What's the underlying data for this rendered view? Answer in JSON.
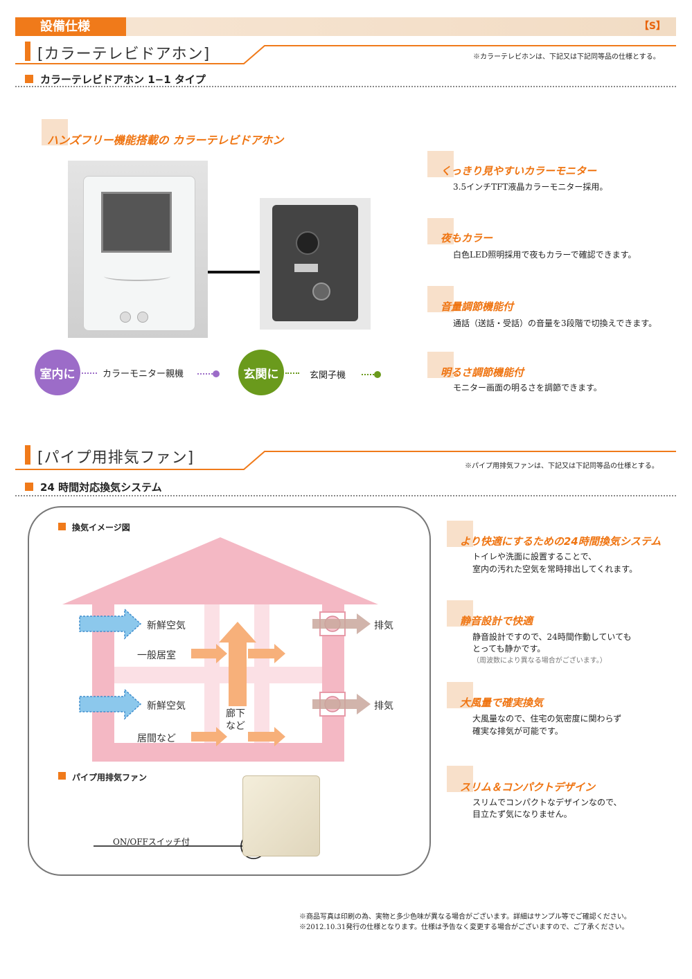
{
  "header": {
    "title": "設備仕様",
    "mark": "【S】"
  },
  "intercom": {
    "section_title": "[カラーテレビドアホン]",
    "note": "※カラーテレビホンは、下記又は下記同等品の仕様とする。",
    "subtitle": "カラーテレビドアホン 1−1 タイプ",
    "headline": "ハンズフリー機能搭載の カラーテレビドアホン",
    "indoor_circle": "室内に",
    "indoor_label": "カラーモニター親機",
    "entrance_circle": "玄関に",
    "entrance_label": "玄関子機",
    "features": [
      {
        "title": "くっきり見やすいカラーモニター",
        "desc": "3.5インチTFT液晶カラーモニター採用。"
      },
      {
        "title": "夜もカラー",
        "desc": "白色LED照明採用で夜もカラーで確認できます。"
      },
      {
        "title": "音量調節機能付",
        "desc": "通話（送話・受話）の音量を3段階で切換えできます。"
      },
      {
        "title": "明るさ調節機能付",
        "desc": "モニター画面の明るさを調節できます。"
      }
    ]
  },
  "fan": {
    "section_title": "[パイプ用排気ファン]",
    "note": "※パイプ用排気ファンは、下記又は下記同等品の仕様とする。",
    "subtitle": "24 時間対応換気システム",
    "diagram_title": "換気イメージ図",
    "fan_title": "パイプ用排気ファン",
    "labels": {
      "fresh_air_1": "新鮮空気",
      "fresh_air_2": "新鮮空気",
      "general_room": "一般居室",
      "living": "居間など",
      "corridor": "廊下\nなど",
      "exhaust_1": "排気",
      "exhaust_2": "排気",
      "switch": "ON/OFFスイッチ付"
    },
    "features": [
      {
        "title": "より快適にするための24時間換気システム",
        "desc1": "トイレや洗面に設置することで、",
        "desc2": "室内の汚れた空気を常時排出してくれます。",
        "desc3": ""
      },
      {
        "title": "静音設計で快適",
        "desc1": "静音設計ですので、24時間作動していても",
        "desc2": "とっても静かです。",
        "desc3": "（周波数により異なる場合がございます。）"
      },
      {
        "title": "大風量で確実換気",
        "desc1": "大風量なので、住宅の気密度に関わらず",
        "desc2": "確実な排気が可能です。",
        "desc3": ""
      },
      {
        "title": "スリム＆コンパクトデザイン",
        "desc1": "スリムでコンパクトなデザインなので、",
        "desc2": "目立たず気になりません。",
        "desc3": ""
      }
    ]
  },
  "footer": {
    "line1": "※商品写真は印刷の為、実物と多少色味が異なる場合がございます。詳細はサンプル等でご確認ください。",
    "line2": "※2012.10.31発行の仕様となります。仕様は予告なく変更する場合がございますので、ご了承ください。"
  },
  "colors": {
    "accent": "#f07a1a",
    "purple": "#9c6cc8",
    "green": "#6a9a1c",
    "pink": "#f4b8c4"
  }
}
